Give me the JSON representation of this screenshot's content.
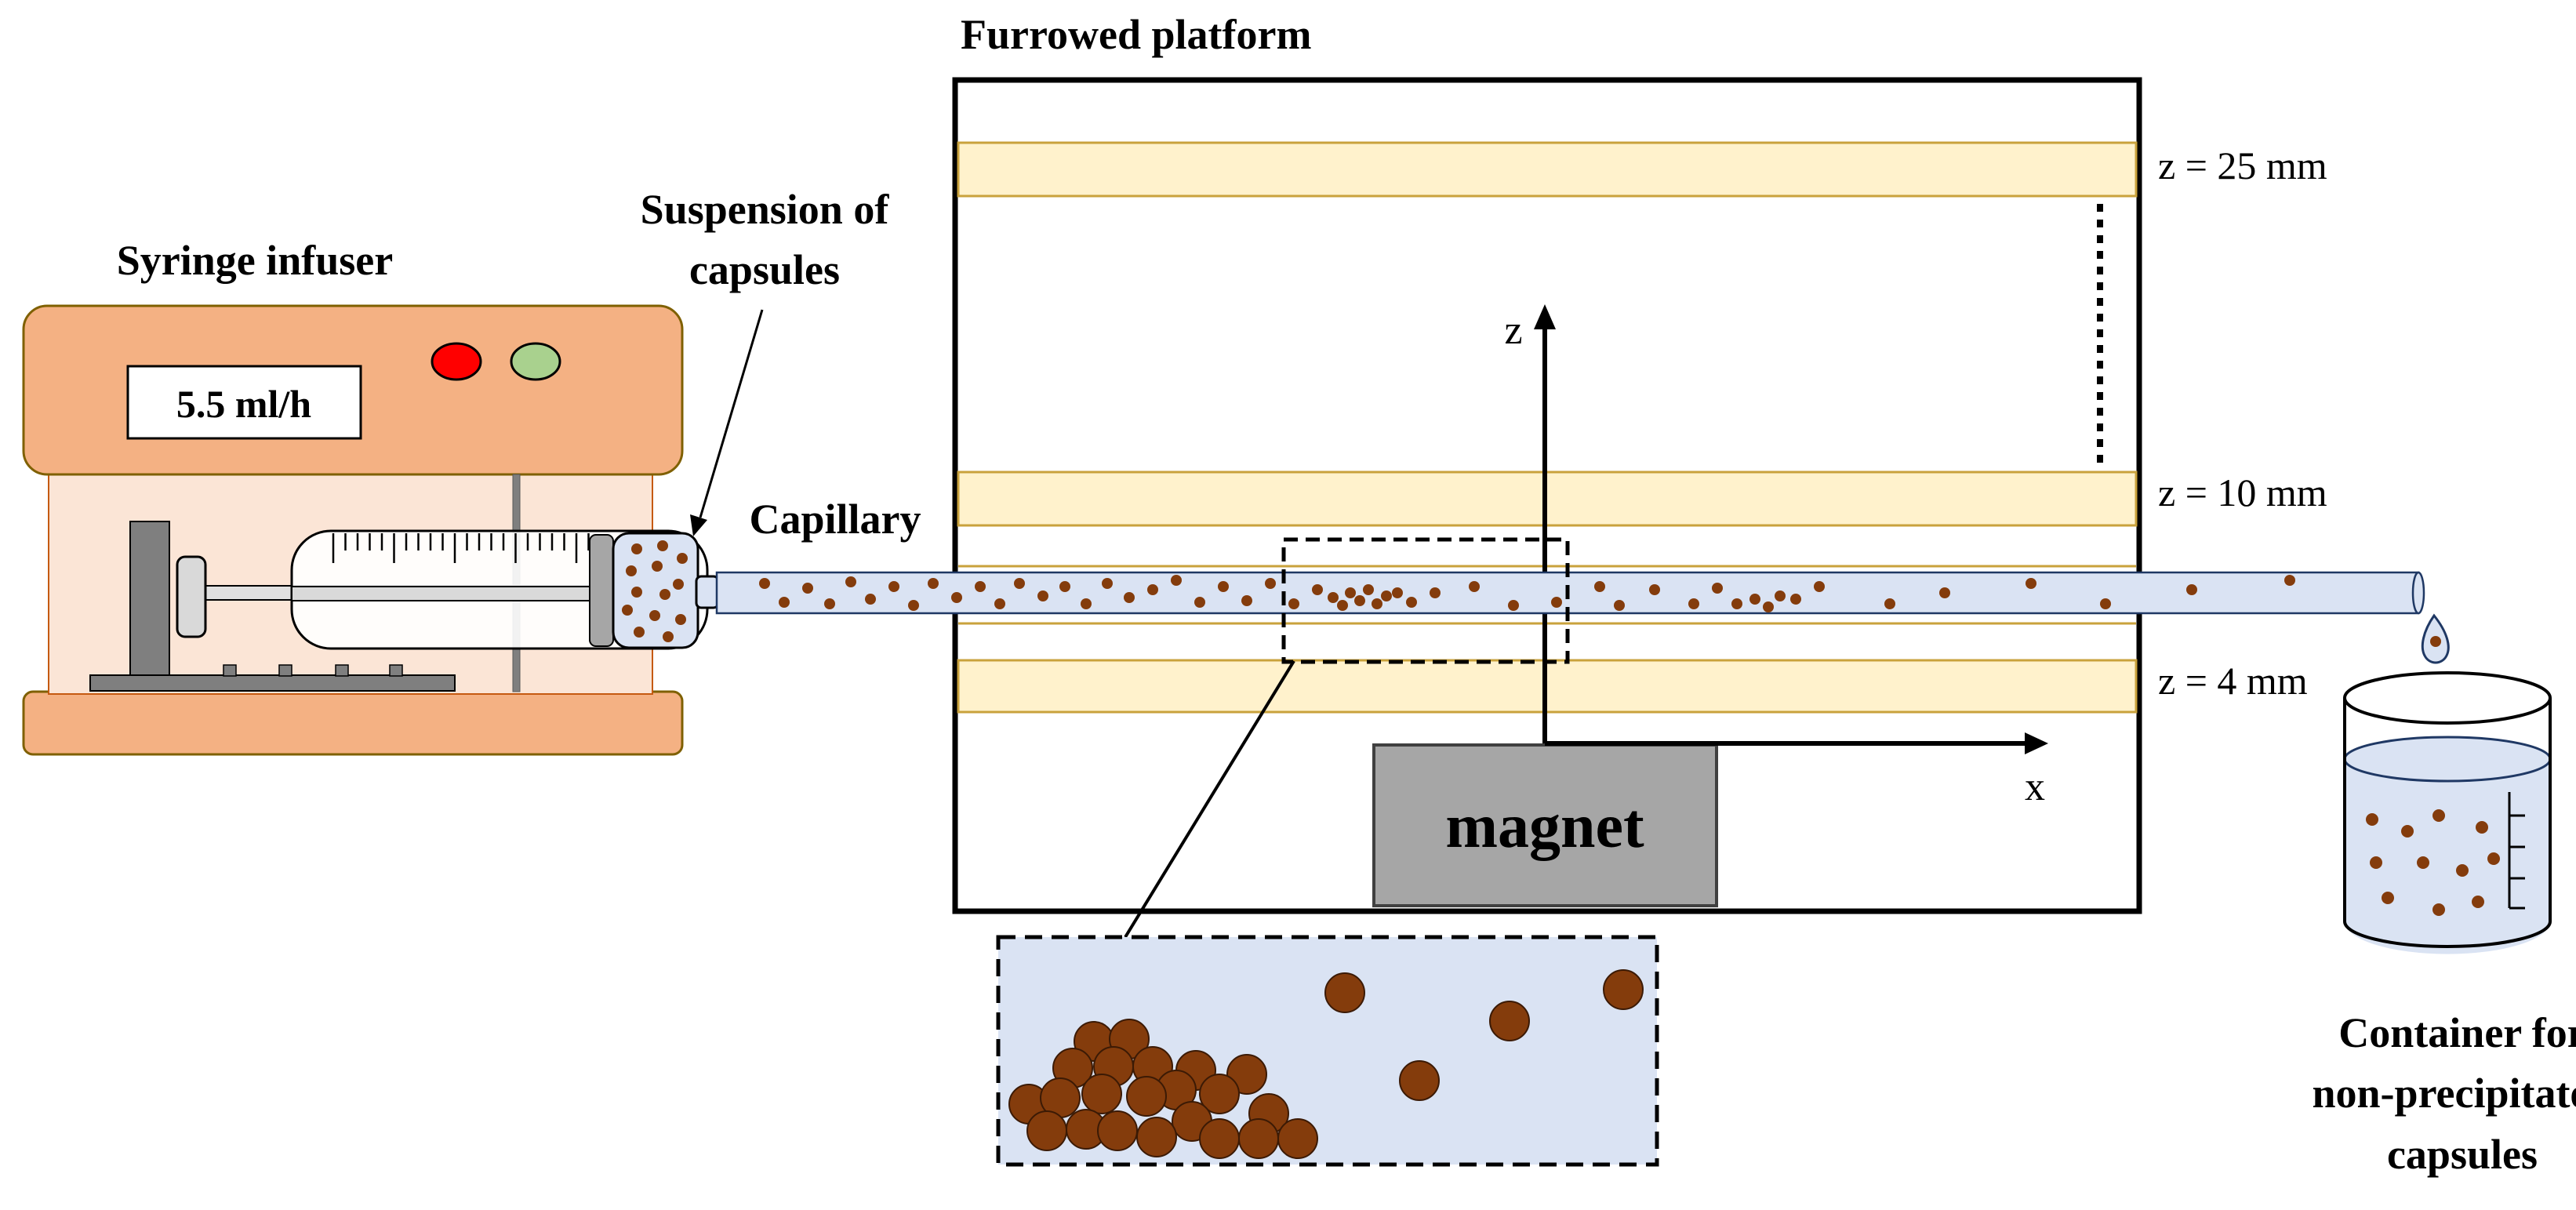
{
  "labels": {
    "syringe_infuser": "Syringe infuser",
    "flow_rate": "5.5 ml/h",
    "suspension_line1": "Suspension of",
    "suspension_line2": "capsules",
    "capillary": "Capillary",
    "platform_title": "Furrowed platform",
    "z_25": "z = 25 mm",
    "z_10": "z = 10 mm",
    "z_4": "z = 4 mm",
    "axis_z": "z",
    "axis_x": "x",
    "magnet": "magnet",
    "container_line1": "Container for",
    "container_line2": "non-precipitated",
    "container_line3": "capsules"
  },
  "colors": {
    "infuser_body": "#f4b183",
    "infuser_panel": "#fbe5d6",
    "led_red": "#ff0000",
    "led_green": "#a9d18e",
    "furrow_fill": "#fff2cc",
    "furrow_line": "#c9a23c",
    "capillary_fill": "#dae3f3",
    "capsule": "#843c0c",
    "capsule_dark": "#6b300a",
    "magnet_fill": "#a6a6a6",
    "outline": "#000000",
    "liquid": "#dae3f3"
  },
  "icons": {
    "syringe": "syringe-icon",
    "beaker": "beaker-icon",
    "droplet": "droplet-icon",
    "magnet": "magnet-block"
  }
}
